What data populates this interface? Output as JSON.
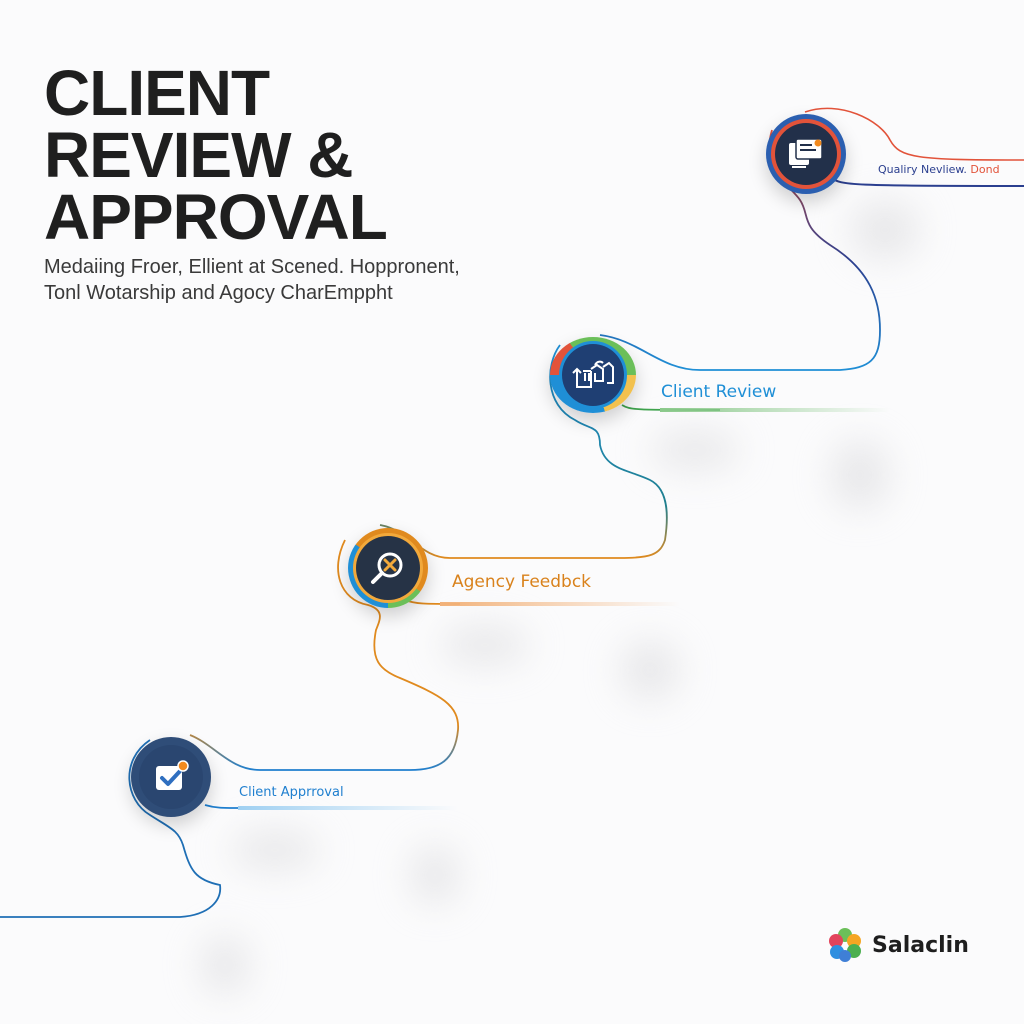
{
  "header": {
    "title_lines": [
      "CLIENT",
      "REVIEW &",
      "APPROVAL"
    ],
    "subtitle_lines": [
      "Medaiing Froer, Ellient at Scened. Hoppronent,",
      "Tonl Wotarship and Agocy CharEmppht"
    ]
  },
  "steps": [
    {
      "id": "quality-review",
      "label_main": "Qualiry Nevliew.",
      "label_accent": "Dond",
      "icon": "document-stack-icon",
      "color": "#2b3f8f",
      "accent": "#e2533a"
    },
    {
      "id": "client-review",
      "label": "Client Review",
      "icon": "boxes-icon",
      "color": "#1f8fd6",
      "accent": "#3fa34d"
    },
    {
      "id": "agency-feedback",
      "label": "Agency Feedbck",
      "icon": "search-x-icon",
      "color": "#e08a1e",
      "accent": "#1f8fd6"
    },
    {
      "id": "client-approval",
      "label": "Client Apprroval",
      "icon": "checkbox-icon",
      "color": "#1f7fcf",
      "accent": "#f28a1e"
    }
  ],
  "brand": {
    "name": "Salaclin",
    "logo_colors": [
      "#4caf50",
      "#f5a623",
      "#e2445c",
      "#2f8fe0",
      "#6bbf59"
    ]
  },
  "colors": {
    "background": "#fbfbfc",
    "title": "#1f1f1f",
    "node_fill": "#243650"
  }
}
